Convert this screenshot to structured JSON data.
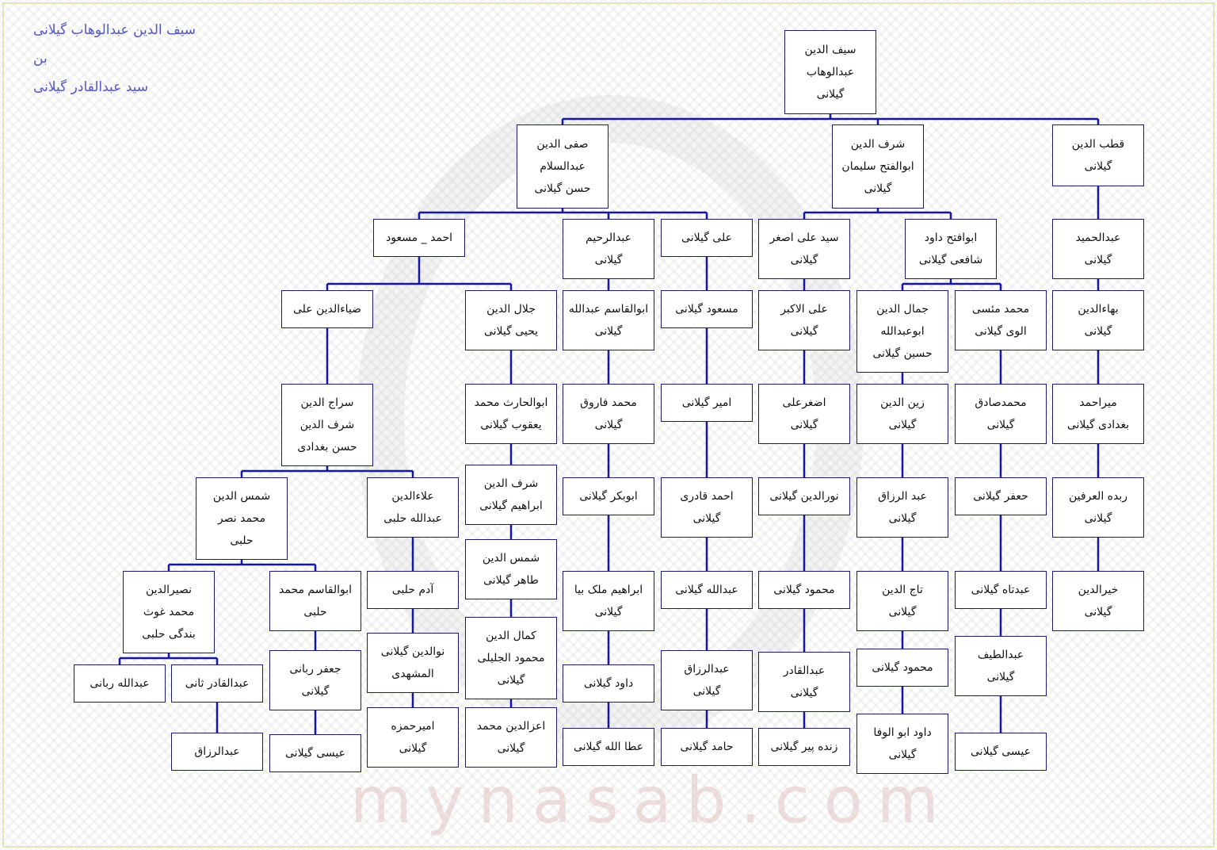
{
  "header": {
    "line1": "سیف الدین عبدالوهاب گیلانی",
    "line2": "بن",
    "line3": "سید عبدالقادر گیلانی"
  },
  "watermark": "mynasab.com",
  "colors": {
    "connector": "#1515a8",
    "box_border": "#1a1a6e",
    "header_text": "#5555cc"
  },
  "tree": {
    "root": "سیف الدین\nعبدالوهاب\nگیلانی",
    "b_qotb": "قطب الدین\nگیلانی",
    "b_sharaf": "شرف الدین\nابوالفتح سلیمان\nگیلانی",
    "b_safi": "صفی الدین\nعبدالسلام\nحسن گیلانی",
    "c_abdulhamid": "عبدالحمید\nگیلانی",
    "c_abufath": "ابوافتح داود\nشافعی گیلانی",
    "c_sayedali": "سید علی اصغر\nگیلانی",
    "c_ali": "علی گیلانی",
    "c_abdulrahim": "عبدالرحیم\nگیلانی",
    "c_ahmad": "احمد _ مسعود",
    "d_bahaeddin": "بهاءالدین\nگیلانی",
    "d_mohammadmotasi": "محمد مئسی\nالوی گیلانی",
    "d_jamal": "جمال الدین\nابوعبدالله\nحسین گیلانی",
    "d_alialakbar": "علی الاکبر\nگیلانی",
    "d_masoud": "مسعود گیلانی",
    "d_abulqasem": "ابوالقاسم عبدالله\nگیلانی",
    "d_jalal": "جلال الدین\nیحیی گیلانی",
    "d_ziaeddin": "ضیاءالدین علی",
    "e_mirahmad": "میراحمد\nبغدادی گیلانی",
    "e_mohammadsadegh": "محمدصادق\nگیلانی",
    "e_zeineddin": "زین الدین\nگیلانی",
    "e_asgharali": "اضغرعلی\nگیلانی",
    "e_amir": "امیر گیلانی",
    "e_mohammadfarough": "محمد فاروق\nگیلانی",
    "e_abulhares": "ابوالحارث محمد\nیعقوب گیلانی",
    "e_siraj": "سراج الدین\nشرف الدین\nحسن بغدادی",
    "f_robdeh": "ربده العرفین\nگیلانی",
    "f_jafar": "حعفر گیلانی",
    "f_abdulrazzagh": "عبد الرزاق\nگیلانی",
    "f_nooreddin": "نورالدین گیلانی",
    "f_ahmadqaderi": "احمد قادری\nگیلانی",
    "f_abubakr": "ابوبکر گیلانی",
    "f_sharafeddin": "شرف الدین\nابراهیم گیلانی",
    "f_alaeddin": "علاءالدین\nعبدالله حلبی",
    "f_shamseddin": "شمس الدین\nمحمد نصر\nحلبی",
    "g_kheireddin": "خیرالدین\nگیلانی",
    "g_abdullah_g": "عبدتاه گیلانی",
    "g_tajeddin": "تاج الدین\nگیلانی",
    "g_mahmoud1": "محمود گیلانی",
    "g_abdullah2": "عبدالله گیلانی",
    "g_ebrahim": "ابراهیم ملک بیا\nگیلانی",
    "g_shamstaher": "شمس الدین\nطاهر گیلانی",
    "g_adam": "آدم حلبی",
    "g_abulqasemhalabi": "ابوالقاسم محمد\nحلبی",
    "g_nasireddin": "نصیرالدین\nمحمد غوث\nبندگی حلبی",
    "h_abdullatif": "عبدالطیف\nگیلانی",
    "h_mahmoud2": "محمود گیلانی",
    "h_abdulqader": "عبدالقادر\nگیلانی",
    "h_abdulrazzagh2": "عبدالرزاق\nگیلانی",
    "h_davoud": "داود گیلانی",
    "h_kamal": "کمال الدین\nمحمود الجلیلی\nگیلانی",
    "h_nooreddin2": "نوالدین گیلانی\nالمشهدی",
    "h_jafarrabbani": "جعفر ربانی\nگیلانی",
    "h_abdulqadersani": "عبدالقادر ثانی",
    "h_abdullahrabbani": "عبدالله ربانی",
    "i_isa1": "عیسی گیلانی",
    "i_davoudabulvafa": "داود ابو الوفا\nگیلانی",
    "i_zendehpir": "زنده پیر گیلانی",
    "i_hamed": "حامد گیلانی",
    "i_ataollah": "عطا الله گیلانی",
    "i_ezeddin": "اعزالدین محمد\nگیلانی",
    "i_amirhamzeh": "امیرحمزه\nگیلانی",
    "i_isa2": "عیسی گیلانی",
    "i_abdulrazzagh3": "عبدالرزاق"
  }
}
